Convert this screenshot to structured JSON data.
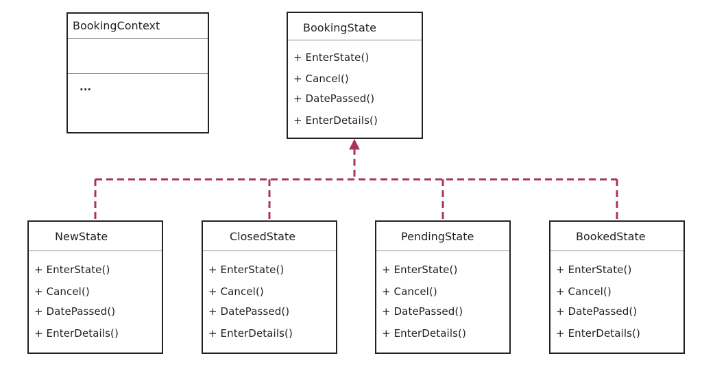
{
  "colors": {
    "connector": "#a8335c",
    "box_border": "#222222",
    "text": "#1e1e1e"
  },
  "context_class": {
    "name": "BookingContext",
    "attributes_placeholder": "...",
    "methods": []
  },
  "base_class": {
    "name": "BookingState",
    "methods": [
      "+ EnterState()",
      "+ Cancel()",
      "+ DatePassed()",
      "+ EnterDetails()"
    ]
  },
  "subclasses": [
    {
      "name": "NewState",
      "methods": [
        "+ EnterState()",
        "+ Cancel()",
        "+ DatePassed()",
        "+ EnterDetails()"
      ]
    },
    {
      "name": "ClosedState",
      "methods": [
        "+ EnterState()",
        "+ Cancel()",
        "+ DatePassed()",
        "+ EnterDetails()"
      ]
    },
    {
      "name": "PendingState",
      "methods": [
        "+ EnterState()",
        "+ Cancel()",
        "+ DatePassed()",
        "+ EnterDetails()"
      ]
    },
    {
      "name": "BookedState",
      "methods": [
        "+ EnterState()",
        "+ Cancel()",
        "+ DatePassed()",
        "+ EnterDetails()"
      ]
    }
  ],
  "relationship": {
    "type": "realization",
    "line_style": "dashed",
    "arrowhead": "hollow-triangle",
    "from": [
      "NewState",
      "ClosedState",
      "PendingState",
      "BookedState"
    ],
    "to": "BookingState"
  }
}
